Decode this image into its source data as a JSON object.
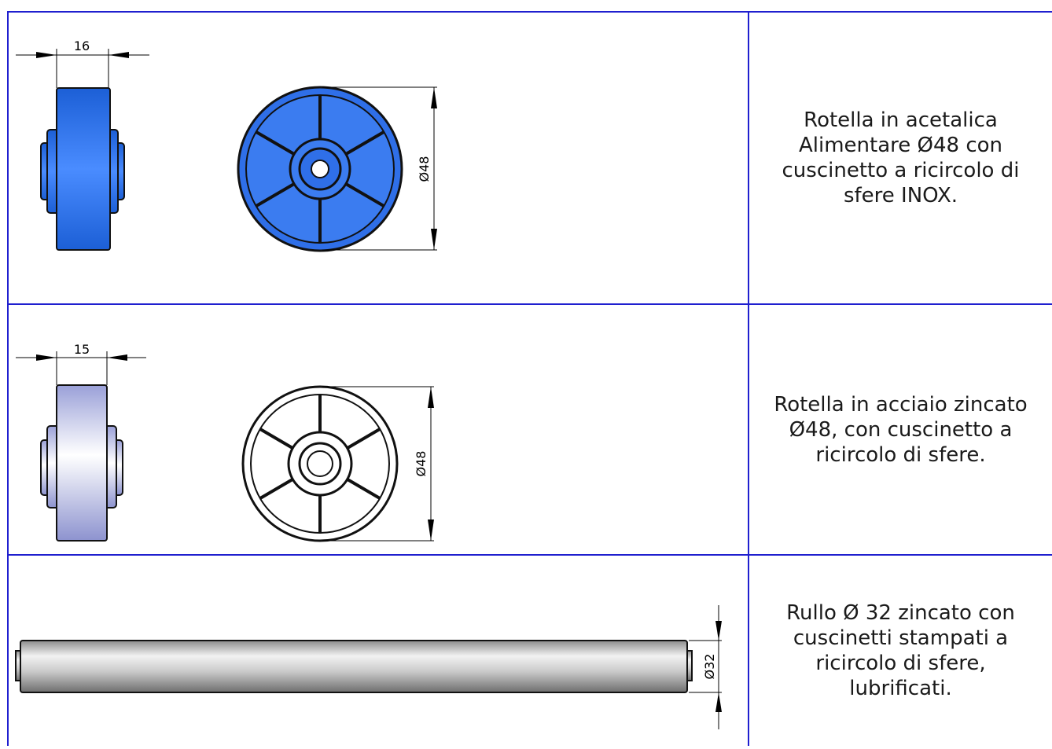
{
  "rows": [
    {
      "width_dim": "16",
      "diam_dim": "Ø48",
      "description": "Rotella in acetalica Alimentare Ø48 con cuscinetto a ricircolo di sfere INOX."
    },
    {
      "width_dim": "15",
      "diam_dim": "Ø48",
      "description": "Rotella in acciaio zincato Ø48, con cuscinetto a ricircolo di sfere."
    },
    {
      "diam_dim": "Ø32",
      "description": "Rullo Ø 32 zincato con cuscinetti stampati a ricircolo di sfere, lubrificati."
    }
  ],
  "colors": {
    "border": "#1f1fcf",
    "blue_wheel": "#2f6fe8",
    "steel_wheel": "#cfd3f0"
  }
}
